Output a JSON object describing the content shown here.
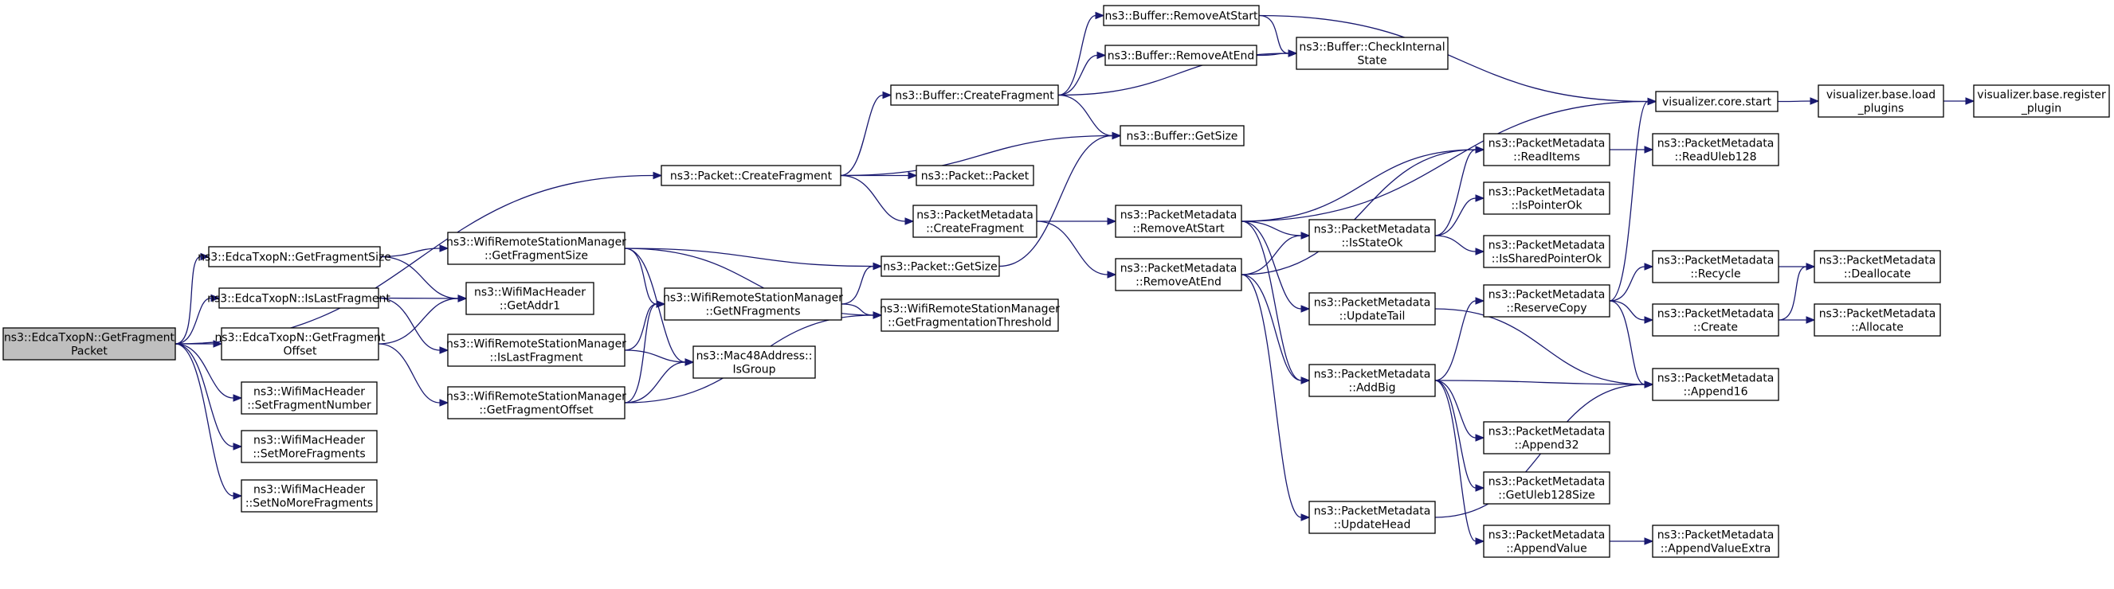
{
  "diagram": {
    "type": "call-graph",
    "colors": {
      "edge": "#191970",
      "node_fill": "#ffffff",
      "root_fill": "#bfbfbf",
      "node_border": "#000000"
    },
    "nodes": [
      {
        "id": "root",
        "lines": [
          "ns3::EdcaTxopN::GetFragment",
          "Packet"
        ],
        "root": true
      },
      {
        "id": "getFragSize",
        "lines": [
          "ns3::EdcaTxopN::GetFragmentSize"
        ]
      },
      {
        "id": "isLastFrag",
        "lines": [
          "ns3::EdcaTxopN::IsLastFragment"
        ]
      },
      {
        "id": "getFragOffset",
        "lines": [
          "ns3::EdcaTxopN::GetFragment",
          "Offset"
        ]
      },
      {
        "id": "setFragNum",
        "lines": [
          "ns3::WifiMacHeader",
          "::SetFragmentNumber"
        ]
      },
      {
        "id": "setMoreFrag",
        "lines": [
          "ns3::WifiMacHeader",
          "::SetMoreFragments"
        ]
      },
      {
        "id": "setNoMoreFrag",
        "lines": [
          "ns3::WifiMacHeader",
          "::SetNoMoreFragments"
        ]
      },
      {
        "id": "wrsmGetFragSize",
        "lines": [
          "ns3::WifiRemoteStationManager",
          "::GetFragmentSize"
        ]
      },
      {
        "id": "getAddr1",
        "lines": [
          "ns3::WifiMacHeader",
          "::GetAddr1"
        ]
      },
      {
        "id": "wrsmIsLastFrag",
        "lines": [
          "ns3::WifiRemoteStationManager",
          "::IsLastFragment"
        ]
      },
      {
        "id": "wrsmGetFragOffset",
        "lines": [
          "ns3::WifiRemoteStationManager",
          "::GetFragmentOffset"
        ]
      },
      {
        "id": "wrsmGetNFrags",
        "lines": [
          "ns3::WifiRemoteStationManager",
          "::GetNFragments"
        ]
      },
      {
        "id": "isGroup",
        "lines": [
          "ns3::Mac48Address::",
          "IsGroup"
        ]
      },
      {
        "id": "fragThreshold",
        "lines": [
          "ns3::WifiRemoteStationManager",
          "::GetFragmentationThreshold"
        ]
      },
      {
        "id": "pktGetSize",
        "lines": [
          "ns3::Packet::GetSize"
        ]
      },
      {
        "id": "pktCreateFrag",
        "lines": [
          "ns3::Packet::CreateFragment"
        ]
      },
      {
        "id": "pktPacket",
        "lines": [
          "ns3::Packet::Packet"
        ]
      },
      {
        "id": "pmCreateFrag",
        "lines": [
          "ns3::PacketMetadata",
          "::CreateFragment"
        ]
      },
      {
        "id": "bufCreateFrag",
        "lines": [
          "ns3::Buffer::CreateFragment"
        ]
      },
      {
        "id": "bufRemoveAtStart",
        "lines": [
          "ns3::Buffer::RemoveAtStart"
        ]
      },
      {
        "id": "bufRemoveAtEnd",
        "lines": [
          "ns3::Buffer::RemoveAtEnd"
        ]
      },
      {
        "id": "bufCheckInternal",
        "lines": [
          "ns3::Buffer::CheckInternal",
          "State"
        ]
      },
      {
        "id": "bufGetSize",
        "lines": [
          "ns3::Buffer::GetSize"
        ]
      },
      {
        "id": "pmRemoveAtStart",
        "lines": [
          "ns3::PacketMetadata",
          "::RemoveAtStart"
        ]
      },
      {
        "id": "pmRemoveAtEnd",
        "lines": [
          "ns3::PacketMetadata",
          "::RemoveAtEnd"
        ]
      },
      {
        "id": "pmIsStateOk",
        "lines": [
          "ns3::PacketMetadata",
          "::IsStateOk"
        ]
      },
      {
        "id": "pmUpdateTail",
        "lines": [
          "ns3::PacketMetadata",
          "::UpdateTail"
        ]
      },
      {
        "id": "pmAddBig",
        "lines": [
          "ns3::PacketMetadata",
          "::AddBig"
        ]
      },
      {
        "id": "pmUpdateHead",
        "lines": [
          "ns3::PacketMetadata",
          "::UpdateHead"
        ]
      },
      {
        "id": "pmReadItems",
        "lines": [
          "ns3::PacketMetadata",
          "::ReadItems"
        ]
      },
      {
        "id": "pmIsPointerOk",
        "lines": [
          "ns3::PacketMetadata",
          "::IsPointerOk"
        ]
      },
      {
        "id": "pmIsSharedPointerOk",
        "lines": [
          "ns3::PacketMetadata",
          "::IsSharedPointerOk"
        ]
      },
      {
        "id": "pmReserveCopy",
        "lines": [
          "ns3::PacketMetadata",
          "::ReserveCopy"
        ]
      },
      {
        "id": "pmAppend32",
        "lines": [
          "ns3::PacketMetadata",
          "::Append32"
        ]
      },
      {
        "id": "pmGetUleb128Size",
        "lines": [
          "ns3::PacketMetadata",
          "::GetUleb128Size"
        ]
      },
      {
        "id": "pmAppendValue",
        "lines": [
          "ns3::PacketMetadata",
          "::AppendValue"
        ]
      },
      {
        "id": "vizCoreStart",
        "lines": [
          "visualizer.core.start"
        ]
      },
      {
        "id": "pmReadUleb128",
        "lines": [
          "ns3::PacketMetadata",
          "::ReadUleb128"
        ]
      },
      {
        "id": "pmRecycle",
        "lines": [
          "ns3::PacketMetadata",
          "::Recycle"
        ]
      },
      {
        "id": "pmCreate",
        "lines": [
          "ns3::PacketMetadata",
          "::Create"
        ]
      },
      {
        "id": "pmAppend16",
        "lines": [
          "ns3::PacketMetadata",
          "::Append16"
        ]
      },
      {
        "id": "pmAppendValueExtra",
        "lines": [
          "ns3::PacketMetadata",
          "::AppendValueExtra"
        ]
      },
      {
        "id": "vizBaseLoad",
        "lines": [
          "visualizer.base.load",
          "_plugins"
        ]
      },
      {
        "id": "vizBaseRegister",
        "lines": [
          "visualizer.base.register",
          "_plugin"
        ]
      },
      {
        "id": "pmDeallocate",
        "lines": [
          "ns3::PacketMetadata",
          "::Deallocate"
        ]
      },
      {
        "id": "pmAllocate",
        "lines": [
          "ns3::PacketMetadata",
          "::Allocate"
        ]
      }
    ],
    "edges": [
      [
        "root",
        "pktCreateFrag"
      ],
      [
        "root",
        "getFragSize"
      ],
      [
        "root",
        "isLastFrag"
      ],
      [
        "root",
        "getFragOffset"
      ],
      [
        "root",
        "setFragNum"
      ],
      [
        "root",
        "setMoreFrag"
      ],
      [
        "root",
        "setNoMoreFrag"
      ],
      [
        "getFragSize",
        "wrsmGetFragSize"
      ],
      [
        "getFragSize",
        "getAddr1"
      ],
      [
        "isLastFrag",
        "getAddr1"
      ],
      [
        "isLastFrag",
        "wrsmIsLastFrag"
      ],
      [
        "getFragOffset",
        "getAddr1"
      ],
      [
        "getFragOffset",
        "wrsmGetFragOffset"
      ],
      [
        "wrsmGetFragSize",
        "pktGetSize"
      ],
      [
        "wrsmGetFragSize",
        "wrsmGetNFrags"
      ],
      [
        "wrsmGetFragSize",
        "isGroup"
      ],
      [
        "wrsmGetFragSize",
        "fragThreshold"
      ],
      [
        "wrsmIsLastFrag",
        "wrsmGetNFrags"
      ],
      [
        "wrsmIsLastFrag",
        "isGroup"
      ],
      [
        "wrsmGetFragOffset",
        "wrsmGetNFrags"
      ],
      [
        "wrsmGetFragOffset",
        "isGroup"
      ],
      [
        "wrsmGetFragOffset",
        "fragThreshold"
      ],
      [
        "wrsmGetNFrags",
        "pktGetSize"
      ],
      [
        "wrsmGetNFrags",
        "fragThreshold"
      ],
      [
        "pktGetSize",
        "bufGetSize"
      ],
      [
        "pktCreateFrag",
        "bufCreateFrag"
      ],
      [
        "pktCreateFrag",
        "bufGetSize"
      ],
      [
        "pktCreateFrag",
        "pktPacket"
      ],
      [
        "pktCreateFrag",
        "pmCreateFrag"
      ],
      [
        "bufCreateFrag",
        "bufRemoveAtStart"
      ],
      [
        "bufCreateFrag",
        "bufRemoveAtEnd"
      ],
      [
        "bufCreateFrag",
        "bufCheckInternal"
      ],
      [
        "bufCreateFrag",
        "bufGetSize"
      ],
      [
        "bufRemoveAtStart",
        "bufCheckInternal"
      ],
      [
        "bufRemoveAtStart",
        "vizCoreStart"
      ],
      [
        "bufRemoveAtEnd",
        "bufCheckInternal"
      ],
      [
        "pmCreateFrag",
        "pmRemoveAtStart"
      ],
      [
        "pmCreateFrag",
        "pmRemoveAtEnd"
      ],
      [
        "pmRemoveAtStart",
        "vizCoreStart"
      ],
      [
        "pmRemoveAtStart",
        "pmReadItems"
      ],
      [
        "pmRemoveAtStart",
        "pmIsStateOk"
      ],
      [
        "pmRemoveAtStart",
        "pmUpdateTail"
      ],
      [
        "pmRemoveAtStart",
        "pmAddBig"
      ],
      [
        "pmRemoveAtEnd",
        "pmReadItems"
      ],
      [
        "pmRemoveAtEnd",
        "pmIsStateOk"
      ],
      [
        "pmRemoveAtEnd",
        "pmAddBig"
      ],
      [
        "pmRemoveAtEnd",
        "pmUpdateHead"
      ],
      [
        "pmIsStateOk",
        "pmReadItems"
      ],
      [
        "pmIsStateOk",
        "pmIsPointerOk"
      ],
      [
        "pmIsStateOk",
        "pmIsSharedPointerOk"
      ],
      [
        "pmUpdateTail",
        "pmAppend16"
      ],
      [
        "pmAddBig",
        "pmReserveCopy"
      ],
      [
        "pmAddBig",
        "pmAppend16"
      ],
      [
        "pmAddBig",
        "pmAppend32"
      ],
      [
        "pmAddBig",
        "pmGetUleb128Size"
      ],
      [
        "pmAddBig",
        "pmAppendValue"
      ],
      [
        "pmUpdateHead",
        "pmAppend16"
      ],
      [
        "pmReadItems",
        "pmReadUleb128"
      ],
      [
        "pmReserveCopy",
        "vizCoreStart"
      ],
      [
        "pmReserveCopy",
        "pmRecycle"
      ],
      [
        "pmReserveCopy",
        "pmCreate"
      ],
      [
        "pmReserveCopy",
        "pmAppend16"
      ],
      [
        "pmAppendValue",
        "pmAppendValueExtra"
      ],
      [
        "pmRecycle",
        "pmDeallocate"
      ],
      [
        "pmCreate",
        "pmDeallocate"
      ],
      [
        "pmCreate",
        "pmAllocate"
      ],
      [
        "vizCoreStart",
        "vizBaseLoad"
      ],
      [
        "vizBaseLoad",
        "vizBaseRegister"
      ]
    ]
  }
}
